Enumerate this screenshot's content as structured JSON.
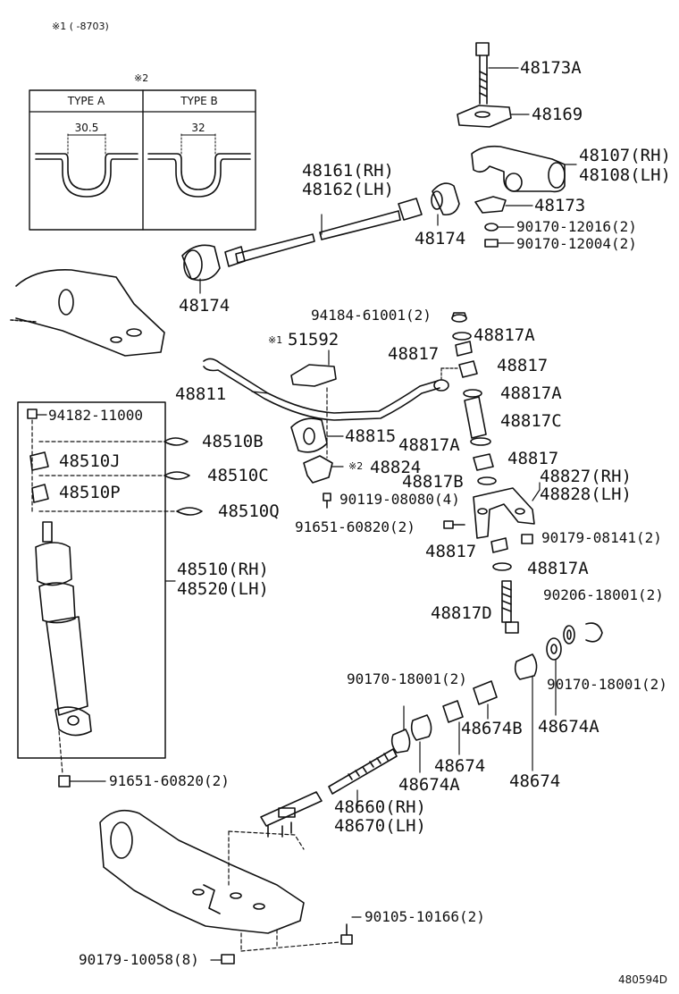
{
  "note1": "※1 (     -8703)",
  "note2": "※2",
  "type_box": {
    "type_a": {
      "label": "TYPE A",
      "dim": "30.5"
    },
    "type_b": {
      "label": "TYPE B",
      "dim": "32"
    }
  },
  "parts": {
    "p48173A": "48173A",
    "p48169": "48169",
    "p48107": "48107(RH)",
    "p48108": "48108(LH)",
    "p48161": "48161(RH)",
    "p48162": "48162(LH)",
    "p48173": "48173",
    "p9017012016": "90170-12016(2)",
    "p9017012004": "90170-12004(2)",
    "p48174_top": "48174",
    "p48174_left": "48174",
    "p9418461001": "94184-61001(2)",
    "p51592_note": "※1",
    "p51592": "51592",
    "p48817A_1": "48817A",
    "p48817_1": "48817",
    "p48817_2": "48817",
    "p48811": "48811",
    "p48817A_2": "48817A",
    "p48817C": "48817C",
    "p9418211000": "94182-11000",
    "p48815": "48815",
    "p48817A_3": "48817A",
    "p48510B": "48510B",
    "p48817_3": "48817",
    "p48510J": "48510J",
    "p48824_note": "※2",
    "p48824": "48824",
    "p48510C": "48510C",
    "p48817B": "48817B",
    "p48827": "48827(RH)",
    "p48828": "48828(LH)",
    "p48510P": "48510P",
    "p9011908080": "90119-08080(4)",
    "p48510Q": "48510Q",
    "p9165160820_a": "91651-60820(2)",
    "p9017908141": "90179-08141(2)",
    "p48817_4": "48817",
    "p48510": "48510(RH)",
    "p48520": "48520(LH)",
    "p48817A_4": "48817A",
    "p9020618001": "90206-18001(2)",
    "p48817D": "48817D",
    "p9017018001_a": "90170-18001(2)",
    "p9017018001_b": "90170-18001(2)",
    "p48674B": "48674B",
    "p48674A_right": "48674A",
    "p48674_mid": "48674",
    "p48674A_mid": "48674A",
    "p48674_right": "48674",
    "p9165160820_b": "91651-60820(2)",
    "p48660": "48660(RH)",
    "p48670": "48670(LH)",
    "p9010510166": "90105-10166(2)",
    "p9017910058": "90179-10058(8)",
    "diagram_id": "480594D"
  }
}
